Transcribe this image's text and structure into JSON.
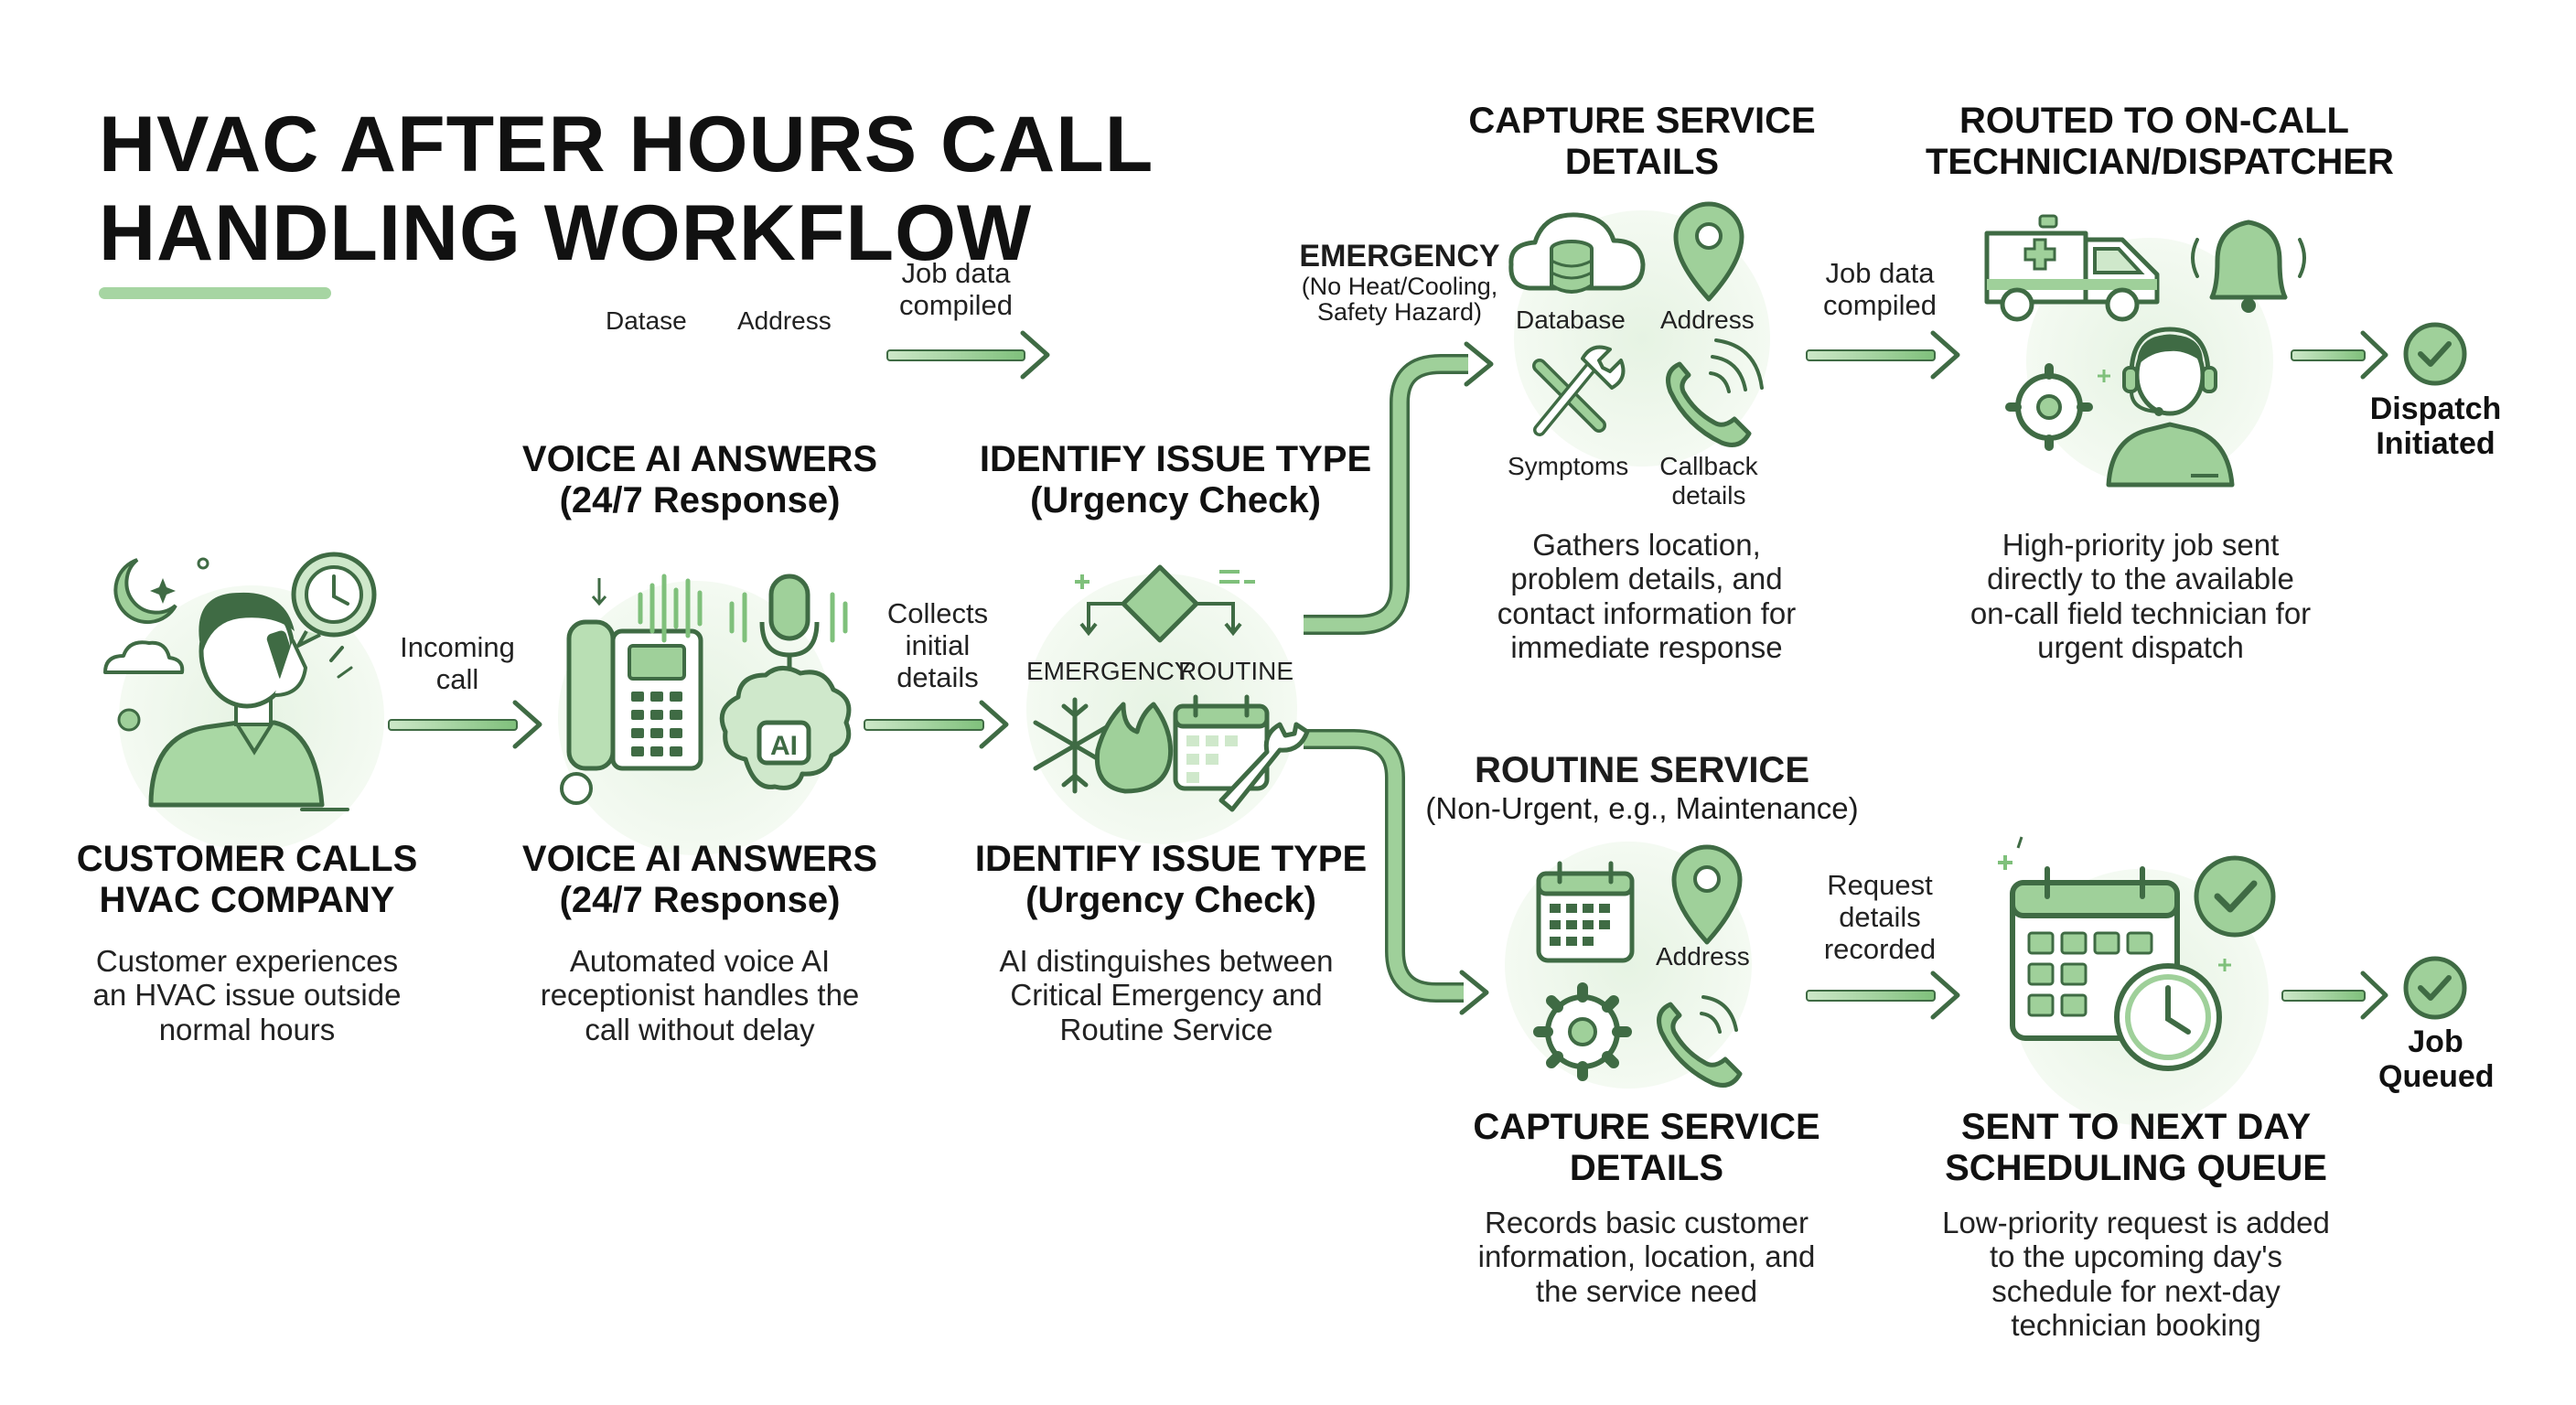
{
  "title": {
    "line1": "HVAC AFTER HOURS CALL",
    "line2": "HANDLING WORKFLOW"
  },
  "steps": {
    "customer": {
      "heading": [
        "CUSTOMER CALLS",
        "HVAC COMPANY"
      ],
      "desc": [
        "Customer experiences",
        "an HVAC issue outside",
        "normal hours"
      ]
    },
    "voice_ai": {
      "top_heading": [
        "VOICE AI ANSWERS",
        "(24/7 Response)"
      ],
      "heading": [
        "VOICE AI ANSWERS",
        "(24/7 Response)"
      ],
      "desc": [
        "Automated voice AI",
        "receptionist handles the",
        "call without delay"
      ],
      "icon_badge": "AI"
    },
    "identify": {
      "top_heading": [
        "IDENTIFY ISSUE TYPE",
        "(Urgency Check)"
      ],
      "heading": [
        "IDENTIFY ISSUE TYPE",
        "(Urgency Check)"
      ],
      "desc": [
        "AI distinguishes between",
        "Critical Emergency and",
        "Routine Service"
      ],
      "branch_emergency": "EMERGENCY",
      "branch_routine": "ROUTINE"
    },
    "emergency_capture": {
      "branch_label": [
        "EMERGENCY",
        "(No Heat/Cooling,",
        "Safety Hazard)"
      ],
      "heading": [
        "CAPTURE SERVICE",
        "DETAILS"
      ],
      "items": {
        "database": "Database",
        "address": "Address",
        "symptoms": "Symptoms",
        "callback": [
          "Callback",
          "details"
        ]
      },
      "desc": [
        "Gathers location,",
        "problem details, and",
        "contact information for",
        "immediate response"
      ]
    },
    "routed": {
      "heading": [
        "ROUTED TO ON-CALL",
        "TECHNICIAN/DISPATCHER"
      ],
      "desc": [
        "High-priority job sent",
        "directly to the available",
        "on-call field technician for",
        "urgent dispatch"
      ],
      "outcome": [
        "Dispatch",
        "Initiated"
      ]
    },
    "routine_capture": {
      "branch_label": [
        "ROUTINE SERVICE",
        "(Non-Urgent, e.g., Maintenance)"
      ],
      "heading": [
        "CAPTURE SERVICE",
        "DETAILS"
      ],
      "items": {
        "address": "Address"
      },
      "desc": [
        "Records basic customer",
        "information, location, and",
        "the service need"
      ]
    },
    "next_day": {
      "heading": [
        "SENT TO NEXT DAY",
        "SCHEDULING QUEUE"
      ],
      "desc": [
        "Low-priority request is added",
        "to the upcoming day's",
        "schedule for next-day",
        "technician booking"
      ],
      "outcome": [
        "Job",
        "Queued"
      ]
    }
  },
  "arrow_labels": {
    "incoming": [
      "Incoming",
      "call"
    ],
    "collects": [
      "Collects",
      "initial",
      "details"
    ],
    "job_data_top": [
      "Job data",
      "compiled"
    ],
    "job_data_emergency": [
      "Job data",
      "compiled"
    ],
    "request_details": [
      "Request",
      "details",
      "recorded"
    ]
  },
  "stray_labels": {
    "datase": "Datase",
    "address": "Address"
  },
  "colors": {
    "accent": "#7fc07b",
    "accent_dark": "#3f6b44",
    "accent_light": "#e3f2e0",
    "text": "#1c1c1c"
  }
}
